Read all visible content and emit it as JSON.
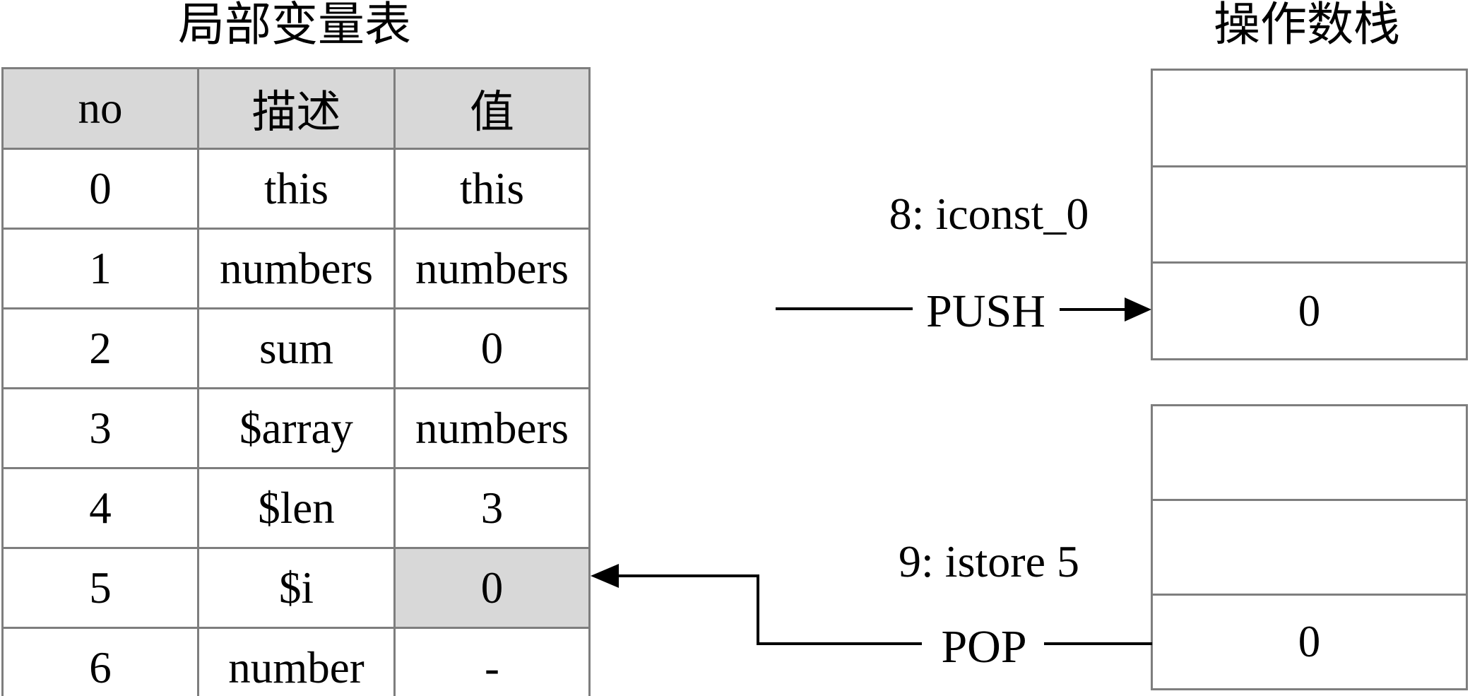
{
  "left_panel": {
    "title": "局部变量表",
    "columns": [
      "no",
      "描述",
      "值"
    ],
    "rows": [
      {
        "no": "0",
        "desc": "this",
        "value": "this",
        "highlighted": false
      },
      {
        "no": "1",
        "desc": "numbers",
        "value": "numbers",
        "highlighted": false
      },
      {
        "no": "2",
        "desc": "sum",
        "value": "0",
        "highlighted": false
      },
      {
        "no": "3",
        "desc": "$array",
        "value": "numbers",
        "highlighted": false
      },
      {
        "no": "4",
        "desc": "$len",
        "value": "3",
        "highlighted": false
      },
      {
        "no": "5",
        "desc": "$i",
        "value": "0",
        "highlighted": true
      },
      {
        "no": "6",
        "desc": "number",
        "value": "-",
        "highlighted": false
      }
    ]
  },
  "right_panel": {
    "title": "操作数栈",
    "push_stack": {
      "cells": [
        "",
        "",
        "0"
      ]
    },
    "pop_stack": {
      "cells": [
        "",
        "",
        "0"
      ]
    }
  },
  "operations": {
    "push_instruction": "8: iconst_0",
    "push_label": "PUSH",
    "pop_instruction": "9: istore 5",
    "pop_label": "POP"
  },
  "colors": {
    "highlight_fill": "#d8d8d8",
    "table_border": "#7e7e7e",
    "arrow_line": "#000000"
  }
}
